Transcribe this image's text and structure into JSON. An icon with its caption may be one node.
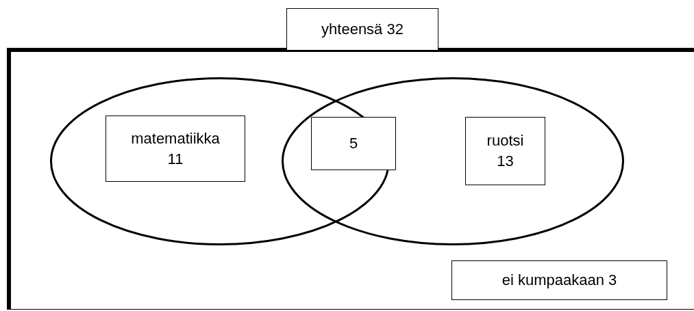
{
  "diagram": {
    "nodes": [
      {
        "text": [
          "yhteensä 32"
        ]
      },
      {
        "text": [],
        "shape": "box"
      },
      {
        "text": [],
        "shape": "ellipse",
        "in": 1
      },
      {
        "text": [],
        "shape": "ellipse",
        "in": 1
      },
      {
        "text": [
          "matematiikka",
          "11"
        ],
        "in": 2
      },
      {
        "text": [
          "5"
        ],
        "in": 3
      },
      {
        "text": [
          "ruotsi",
          "13"
        ],
        "in": 3
      },
      {
        "text": [
          "ei kumpaakaan 3"
        ],
        "in": 1
      }
    ],
    "edges": []
  }
}
